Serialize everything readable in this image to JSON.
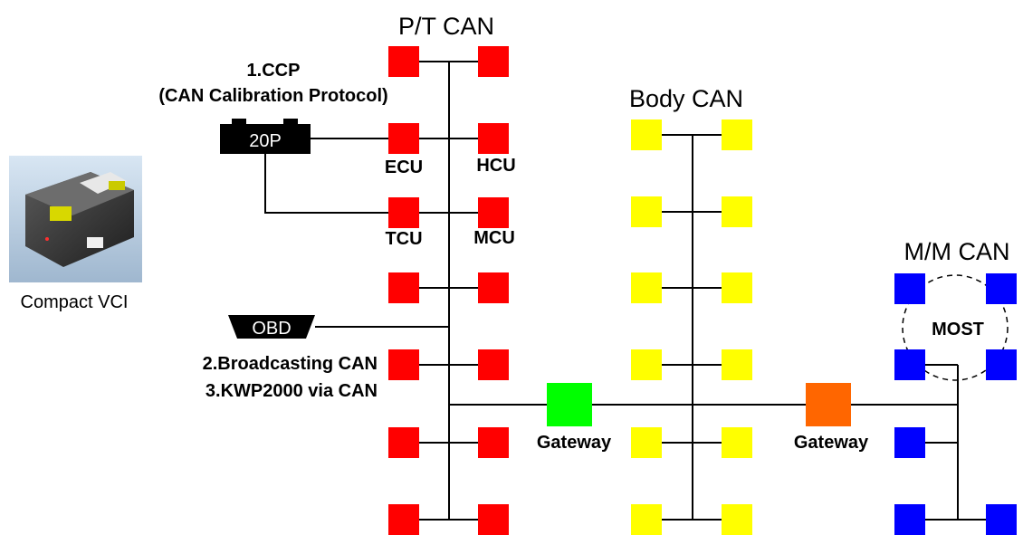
{
  "labels": {
    "pt_can": "P/T CAN",
    "body_can": "Body CAN",
    "mm_can": "M/M CAN",
    "ccp_heading": "1.CCP",
    "ccp_subheading": "(CAN Calibration Protocol)",
    "connector_20p": "20P",
    "connector_obd": "OBD",
    "ecu": "ECU",
    "hcu": "HCU",
    "tcu": "TCU",
    "mcu": "MCU",
    "broadcasting_can": "2.Broadcasting CAN",
    "kwp2000": "3.KWP2000 via CAN",
    "gateway_1": "Gateway",
    "gateway_2": "Gateway",
    "most": "MOST",
    "compact_vci": "Compact VCI"
  },
  "colors": {
    "pt_can_node": "#ff0000",
    "body_can_node": "#ffff00",
    "mm_can_node": "#0000ff",
    "gateway_1": "#00ff00",
    "gateway_2": "#ff6600",
    "connector": "#000000"
  },
  "icons": {
    "compact_vci": "vci-device-photo"
  }
}
